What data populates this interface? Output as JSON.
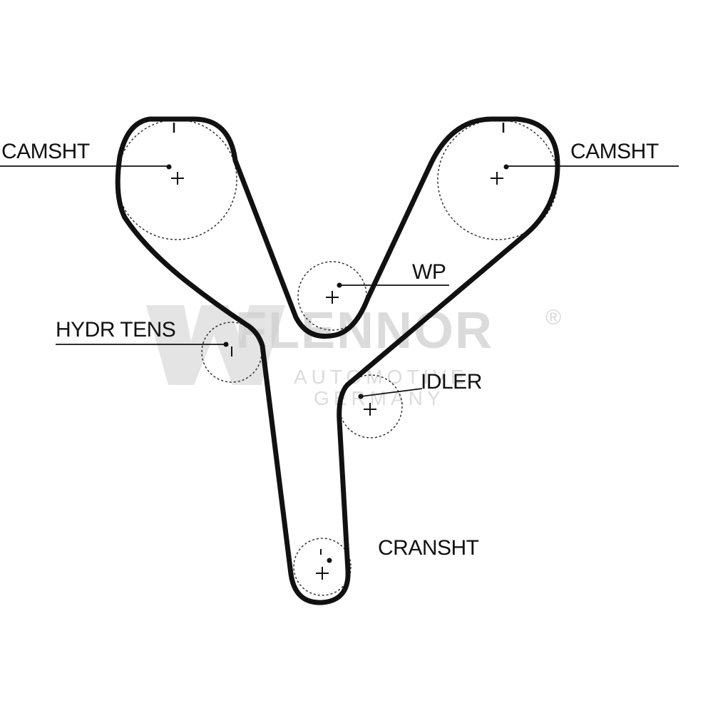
{
  "colors": {
    "belt": "#111111",
    "pulley_outline": "#222222",
    "leader": "#111111",
    "label": "#111111",
    "watermark": "#d0d0d0"
  },
  "labels": {
    "camshaft_left": "CAMSHT",
    "camshaft_right": "CAMSHT",
    "water_pump": "WP",
    "hydraulic_tensioner": "HYDR TENS",
    "idler": "IDLER",
    "crankshaft": "CRANSHT"
  },
  "watermark": {
    "brand": "FLENNOR",
    "registered": "®",
    "line1": "AUTOMOTIVE",
    "line2": "GERMANY"
  }
}
